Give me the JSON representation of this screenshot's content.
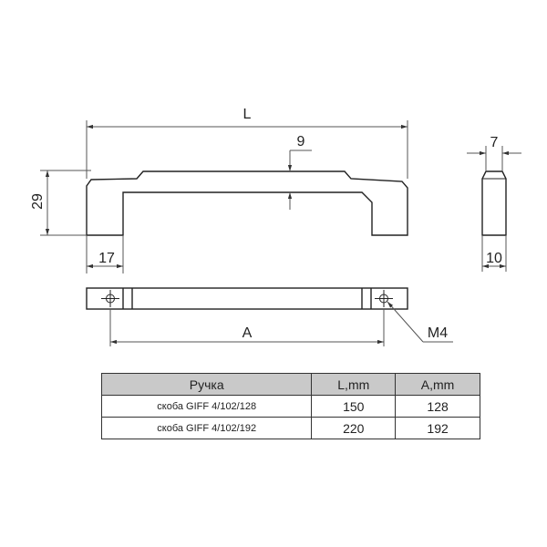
{
  "dimensions": {
    "length": "L",
    "height": "29",
    "recess": "9",
    "foot": "17",
    "thickness": "7",
    "width": "10",
    "hole_spacing": "A",
    "thread": "M4"
  },
  "table": {
    "headers": [
      "Ручка",
      "L,mm",
      "A,mm"
    ],
    "rows": [
      {
        "name": "скоба GIFF 4/102/128",
        "L": "150",
        "A": "128"
      },
      {
        "name": "скоба GIFF 4/102/192",
        "L": "220",
        "A": "192"
      }
    ]
  }
}
